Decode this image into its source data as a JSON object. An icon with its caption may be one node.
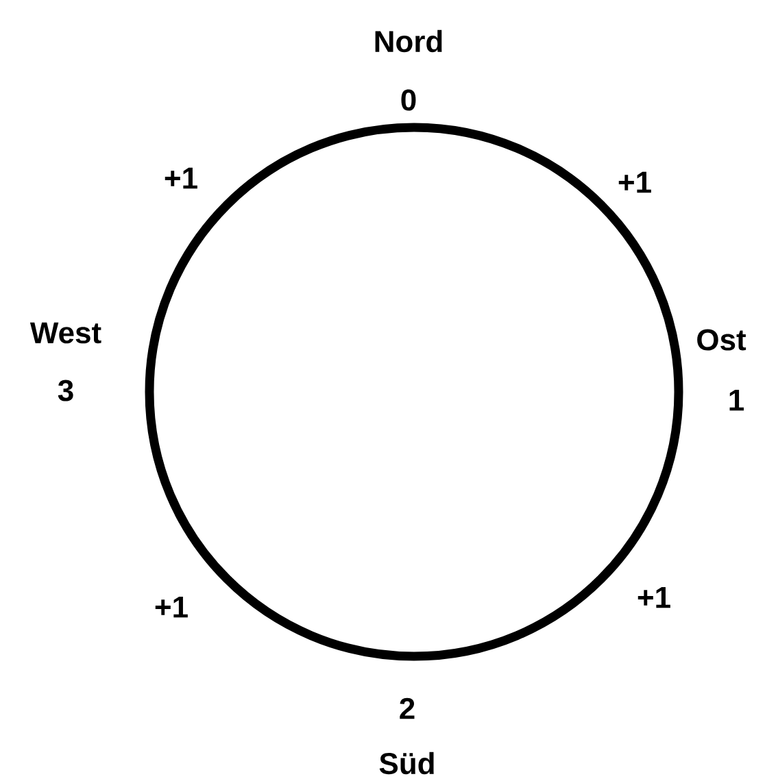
{
  "diagram": {
    "labels": [
      "Nord",
      "0",
      "+1",
      "+1",
      "West",
      "3",
      "Ost",
      "1",
      "+1",
      "+1",
      "2",
      "Süd"
    ]
  }
}
